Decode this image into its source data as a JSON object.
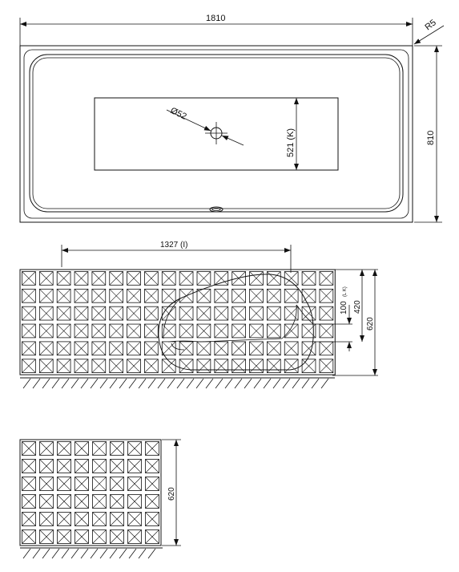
{
  "top_view": {
    "overall_length": "1810",
    "corner_radius": "R5",
    "overall_width": "810",
    "drain_diameter": "Ø52",
    "inner_length": "521 (K)"
  },
  "side_view": {
    "length_label": "1327 (I)",
    "offset_value": "100",
    "offset_suffix": "(L K)",
    "height_a": "420",
    "height_b": "620"
  },
  "end_view": {
    "height": "620"
  }
}
